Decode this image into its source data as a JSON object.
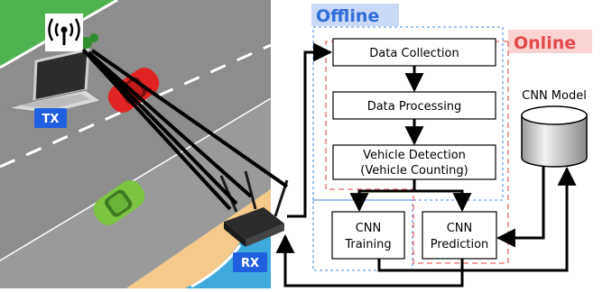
{
  "labels": {
    "offline": "Offline",
    "online": "Online",
    "tx": "TX",
    "rx": "RX",
    "cnn_model": "CNN Model"
  },
  "steps": {
    "data_collection": "Data Collection",
    "data_processing": "Data Processing",
    "vehicle_detection_line1": "Vehicle Detection",
    "vehicle_detection_line2": "(Vehicle Counting)",
    "cnn_training_line1": "CNN",
    "cnn_training_line2": "Training",
    "cnn_prediction_line1": "CNN",
    "cnn_prediction_line2": "Prediction"
  },
  "colors": {
    "offline_tag_bg": "#c9d9f7",
    "offline_tag_text": "#2f6ed8",
    "online_tag_bg": "#fbd3d3",
    "online_tag_text": "#e24a4a",
    "offline_border": "#6aa0e8",
    "online_border": "#e86a6a",
    "badge_blue": "#1f5fe0",
    "road": "#8d8d8d",
    "grass": "#4fb44f",
    "sand": "#f4c98a",
    "water": "#3fa9dc"
  }
}
